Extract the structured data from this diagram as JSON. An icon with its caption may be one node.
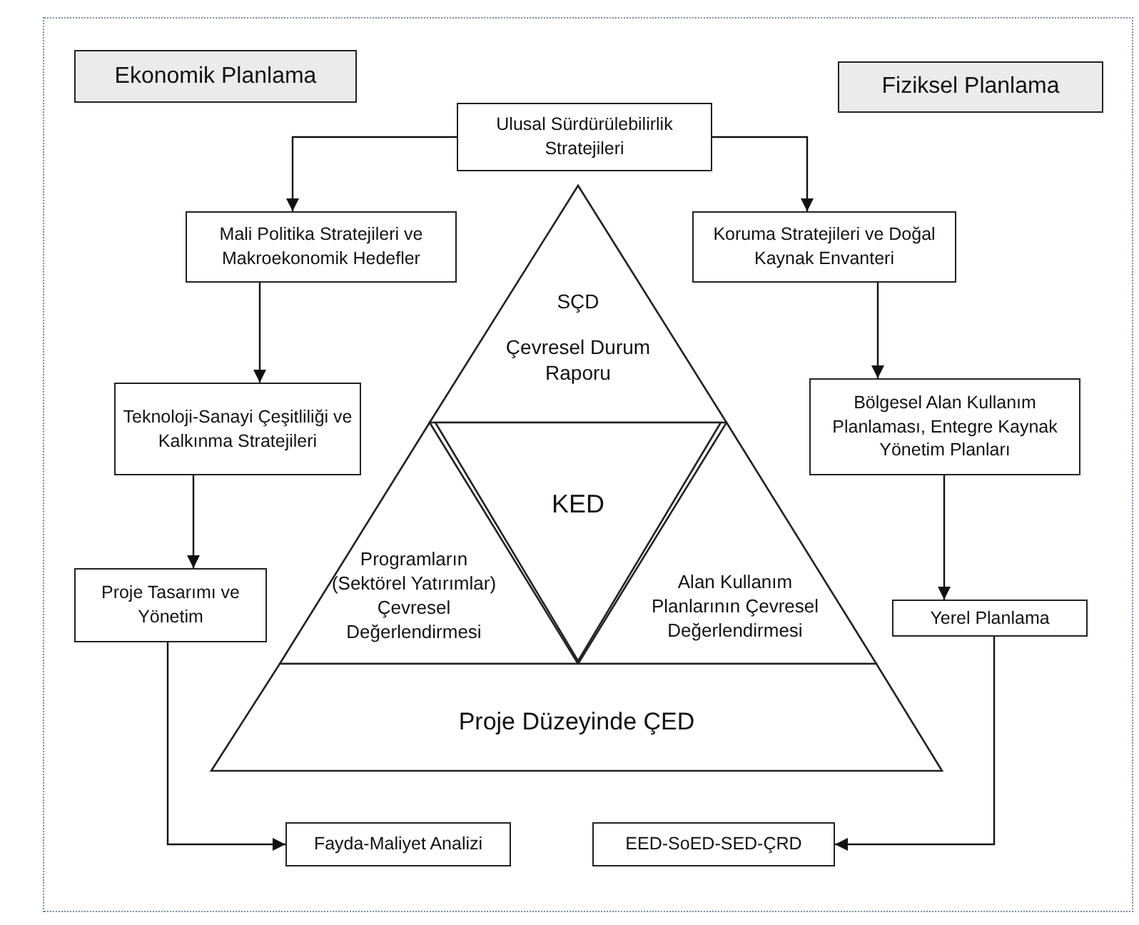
{
  "diagram": {
    "nodes": [
      {
        "text": [
          "Ekonomik Planlama"
        ]
      },
      {
        "text": [
          "Fiziksel Planlama"
        ]
      },
      {
        "text": [
          "Ulusal Sürdürülebilirlik Stratejileri"
        ]
      },
      {
        "text": [
          "Mali Politika Stratejileri ve Makroekonomik Hedefler"
        ]
      },
      {
        "text": [
          "Koruma Stratejileri ve Doğal Kaynak Envanteri"
        ]
      },
      {
        "text": [
          "SÇD",
          "Çevresel Durum Raporu"
        ]
      },
      {
        "text": [
          "Teknoloji-Sanayi Çeşitliliği ve Kalkınma Stratejileri"
        ]
      },
      {
        "text": [
          "Bölgesel Alan Kullanım Planlaması, Entegre Kaynak Yönetim Planları"
        ]
      },
      {
        "text": [
          "KED"
        ]
      },
      {
        "text": [
          "Programların (Sektörel Yatırımlar) Çevresel Değerlendirmesi"
        ]
      },
      {
        "text": [
          "Alan Kullanım Planlarının Çevresel Değerlendirmesi"
        ]
      },
      {
        "text": [
          "Proje Tasarımı ve Yönetim"
        ]
      },
      {
        "text": [
          "Yerel Planlama"
        ]
      },
      {
        "text": [
          "Proje Düzeyinde ÇED"
        ]
      },
      {
        "text": [
          "Fayda-Maliyet Analizi"
        ]
      },
      {
        "text": [
          "EED-SoED-SED-ÇRD"
        ]
      }
    ],
    "edges": [
      {
        "from": 2,
        "to": 3,
        "arrow": "to"
      },
      {
        "from": 2,
        "to": 4,
        "arrow": "to"
      },
      {
        "from": 3,
        "to": 6,
        "arrow": "to"
      },
      {
        "from": 6,
        "to": 11,
        "arrow": "to"
      },
      {
        "from": 4,
        "to": 7,
        "arrow": "to"
      },
      {
        "from": 7,
        "to": 12,
        "arrow": "to"
      },
      {
        "from": 11,
        "to": 14,
        "arrow": "to"
      },
      {
        "from": 12,
        "to": 15,
        "arrow": "to"
      }
    ]
  }
}
